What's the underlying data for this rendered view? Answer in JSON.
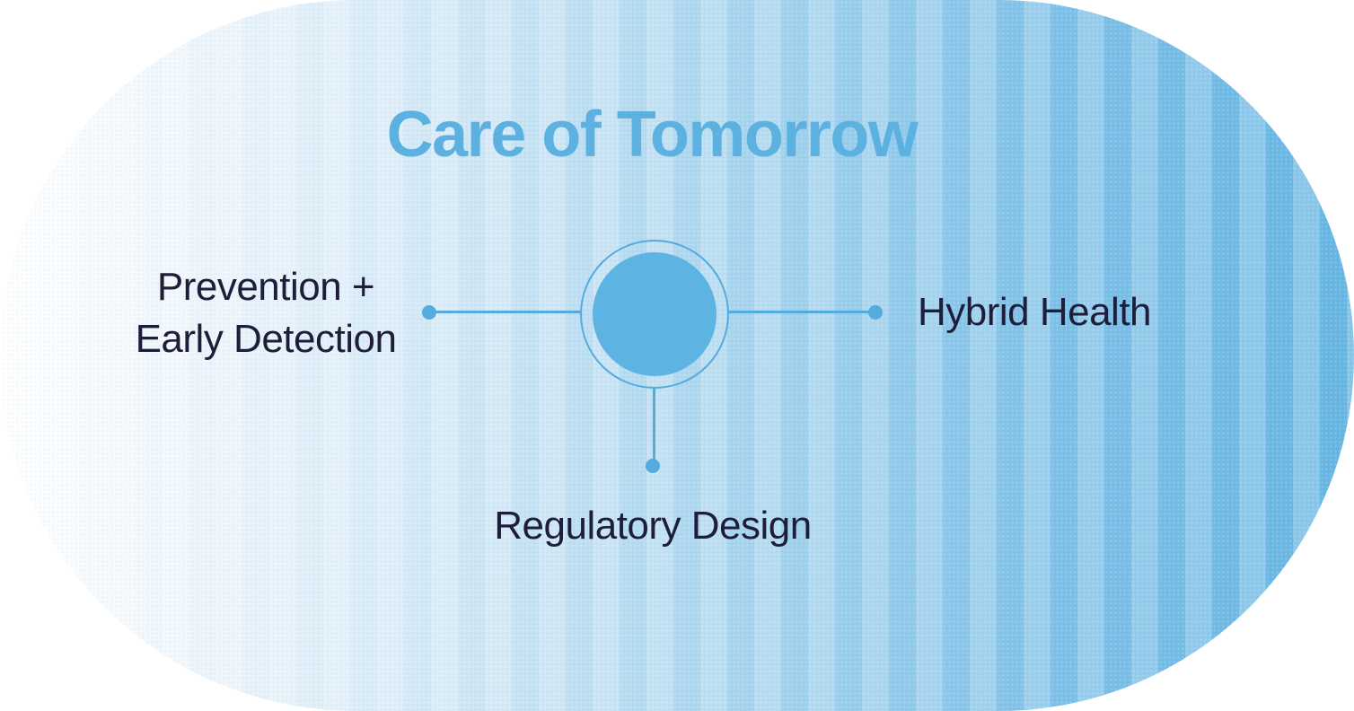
{
  "diagram": {
    "title": "Care of Tomorrow",
    "hub": {
      "icon": "hub-circle",
      "shape": "filled circle with outline ring"
    },
    "nodes": {
      "left": {
        "label_line1": "Prevention +",
        "label_line2": "Early Detection",
        "connector": "horizontal line with end dot"
      },
      "right": {
        "label": "Hybrid Health",
        "connector": "horizontal line with end dot"
      },
      "bottom": {
        "label": "Regulatory Design",
        "connector": "vertical line with end dot"
      }
    }
  },
  "colors": {
    "accent_blue": "#55abdd",
    "hub_fill": "#5db4e2",
    "title_blue": "#5db1e0",
    "text_dark": "#1e1e3a",
    "grad_0": "#ffffff",
    "grad_1": "#ecf5fb",
    "grad_2": "#cde6f5",
    "grad_3": "#a2d2ed",
    "grad_4": "#7dc0e7",
    "grad_5": "#65b5e2",
    "page_bg": "#ffffff"
  }
}
